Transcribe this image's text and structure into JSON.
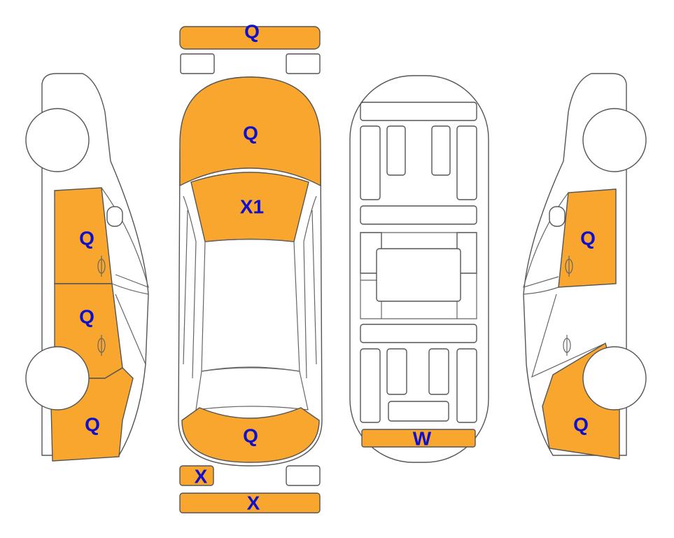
{
  "colors": {
    "damage_fill": "#F8A62E",
    "label_text": "#1010CC",
    "outline": "#555555",
    "background": "#FFFFFF"
  },
  "labels": {
    "front_bumper": "Q",
    "hood": "Q",
    "windshield": "X1",
    "trunk": "Q",
    "rear_small_left": "X",
    "rear_bumper": "X",
    "underbody_rear": "W",
    "left_front_door": "Q",
    "left_rear_door": "Q",
    "left_rear_quarter": "Q",
    "right_front_door": "Q",
    "right_rear_quarter": "Q"
  }
}
